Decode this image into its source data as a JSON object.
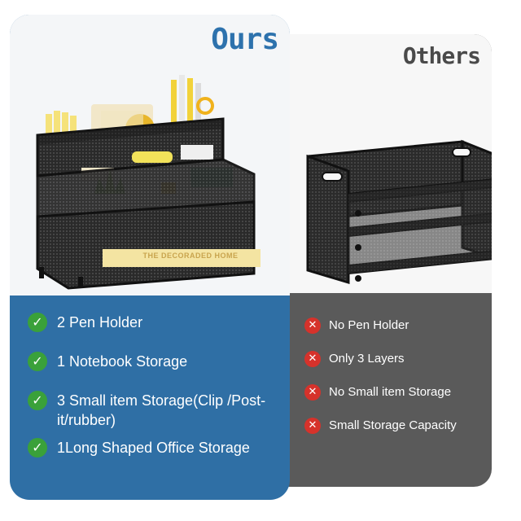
{
  "ours": {
    "title": "Ours",
    "product_label": "THE DECORADED HOME",
    "features": [
      {
        "text": "2 Pen Holder",
        "icon": "check-icon"
      },
      {
        "text": "1 Notebook Storage",
        "icon": "check-icon"
      },
      {
        "text": "3 Small item Storage(Clip /Post-it/rubber)",
        "icon": "check-icon"
      },
      {
        "text": "1Long Shaped Office Storage",
        "icon": "check-icon"
      }
    ]
  },
  "others": {
    "title": "Others",
    "features": [
      {
        "text": "No Pen Holder",
        "icon": "x-icon"
      },
      {
        "text": "Only 3 Layers",
        "icon": "x-icon"
      },
      {
        "text": "No Small item Storage",
        "icon": "x-icon"
      },
      {
        "text": "Small Storage Capacity",
        "icon": "x-icon"
      }
    ]
  },
  "colors": {
    "ours_blue": "#2f6fa5",
    "others_gray": "#5a5a5a",
    "check_green": "#3aa13a",
    "cross_red": "#d6322b"
  }
}
